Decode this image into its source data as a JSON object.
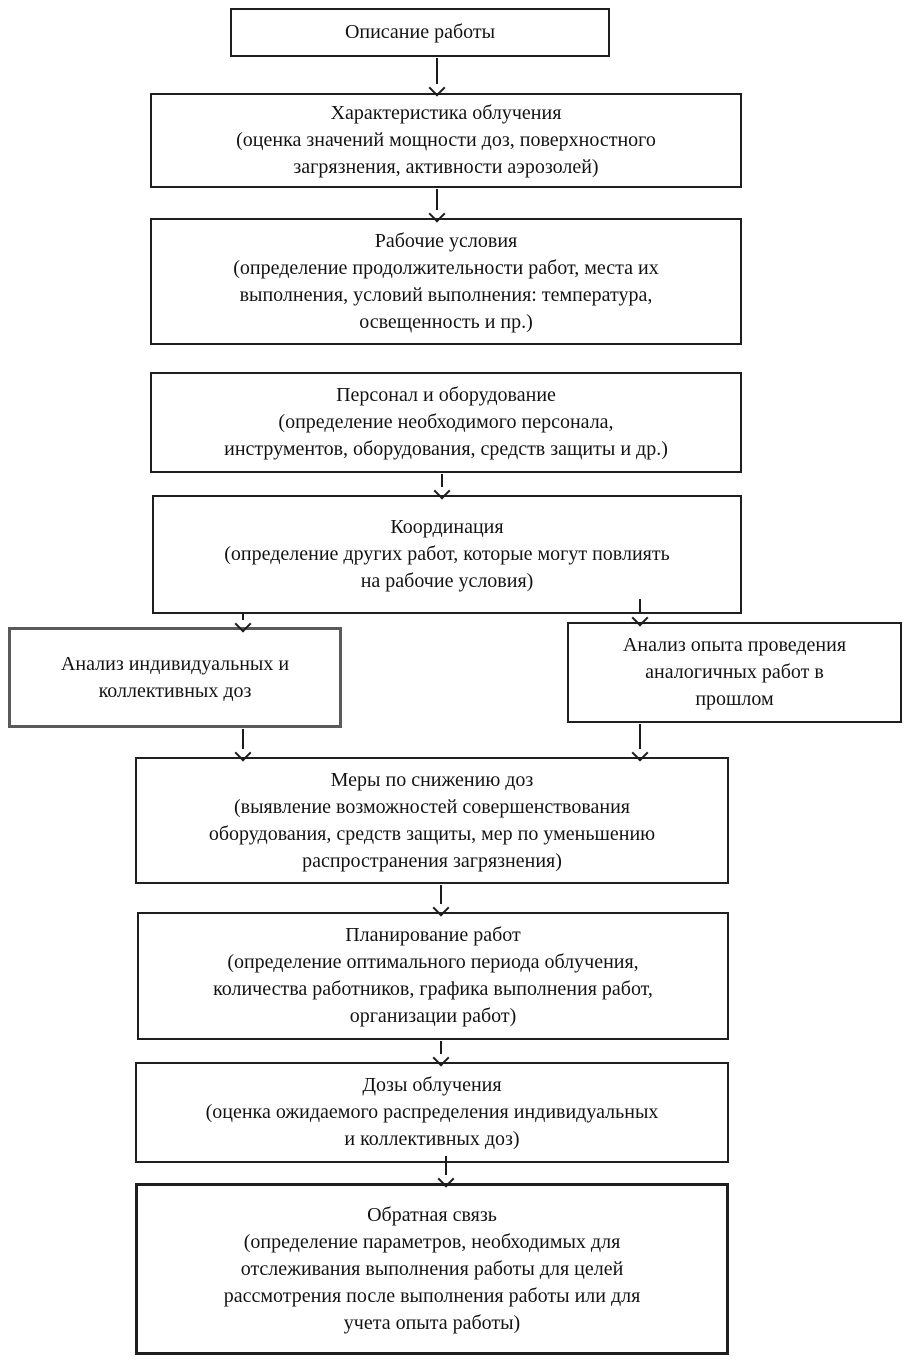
{
  "colors": {
    "background": "#ffffff",
    "border": "#1f1f1f",
    "side_box_border": "#5a5a5a",
    "text": "#121212"
  },
  "boxes": {
    "describe": {
      "title": "Описание работы"
    },
    "characteristic": {
      "title": "Характеристика облучения",
      "detail": "(оценка значений мощности доз, поверхностного\nзагрязнения, активности аэрозолей)"
    },
    "conditions": {
      "title": "Рабочие условия",
      "detail": "(определение продолжительности работ, места их\nвыполнения, условий выполнения: температура,\nосвещенность и пр.)"
    },
    "personnel": {
      "title": "Персонал и оборудование",
      "detail": "(определение необходимого персонала,\nинструментов, оборудования, средств защиты и др.)"
    },
    "coordination": {
      "title": "Координация",
      "detail": "(определение других работ, которые могут повлиять\nна рабочие условия)"
    },
    "individual": {
      "title": "Анализ индивидуальных и\nколлективных доз"
    },
    "experience": {
      "title": "Анализ опыта проведения\nаналогичных работ в\nпрошлом"
    },
    "measures": {
      "title": "Меры по снижению доз",
      "detail": "(выявление возможностей совершенствования\nоборудования, средств защиты, мер по уменьшению\nраспространения загрязнения)"
    },
    "planning": {
      "title": "Планирование работ",
      "detail": "(определение оптимального периода облучения,\nколичества работников, графика выполнения работ,\nорганизации работ)"
    },
    "doses": {
      "title": "Дозы облучения",
      "detail": "(оценка ожидаемого распределения индивидуальных\nи коллективных доз)"
    },
    "feedback": {
      "title": "Обратная связь",
      "detail": "(определение параметров, необходимых для\nотслеживания выполнения работы для целей\nрассмотрения после выполнения работы или для\nучета опыта работы)"
    }
  }
}
